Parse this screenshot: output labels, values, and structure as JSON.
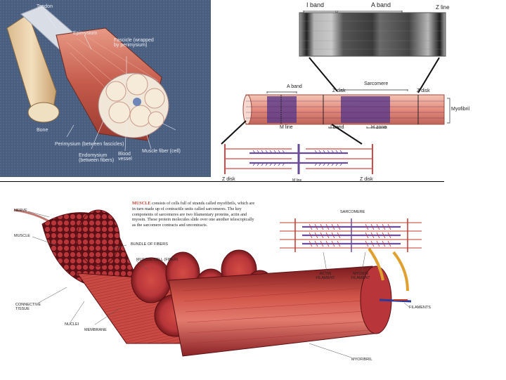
{
  "top_left_panel": {
    "background": "#4a5f80",
    "labels": {
      "tendon": "Tendon",
      "epimysium": "Epimysium",
      "perimysium": "Perimysium (between fascicles)",
      "fascicle": "Fascicle (wrapped by perimysium)",
      "endomysium": "Endomysium (between fibers)",
      "muscle_fiber": "Muscle fiber (cell)",
      "blood_vessel": "Blood vessel",
      "bone": "Bone"
    }
  },
  "top_right_panel": {
    "micrograph_labels": {
      "i_band": "I band",
      "a_band": "A band",
      "z_line": "Z line"
    },
    "myofibril_labels": {
      "a_band": "A band",
      "sarcomere": "Sarcomere",
      "z_disk_left": "Z disk",
      "z_disk_right": "Z disk",
      "myofibril": "Myofibril",
      "m_line": "M line",
      "i_band": "I band",
      "h_zone": "H zone"
    },
    "filament_labels": {
      "z_disk_left": "Z disk",
      "m_line": "M line",
      "z_disk_right": "Z disk"
    }
  },
  "bottom_panel": {
    "caption": {
      "highlight": "MUSCLE",
      "text": " consists of cells full of strands called myofibrils, which are in turn made up of contractile units called sarcomeres. The key components of sarcomeres are two filamentary proteins, actin and myosin. These protein molecules slide over one another telescopically as the sarcomere contracts and uncontracts."
    },
    "labels": {
      "nerve": "NERVE",
      "muscle": "MUSCLE",
      "bundle": "BUNDLE OF FIBERS",
      "muscle_cell": "MUSCLE CELL (FIBER)",
      "connective": "CONNECTIVE TISSUE",
      "nuclei": "NUCLEI",
      "membrane": "MEMBRANE",
      "myofibril": "MYOFIBRIL",
      "filaments": "FILAMENTS",
      "sarcomere": "SARCOMERE",
      "actin": "ACTIN FILAMENT",
      "myosin": "MYOSIN FILAMENT"
    }
  },
  "colors": {
    "muscle_red": "#b8363a",
    "muscle_dark": "#7a1a1e",
    "muscle_light": "#e27b6e",
    "myosin_purple": "#6a4a9a",
    "actin_red": "#c0392b",
    "panel_blue": "#4a5f80"
  }
}
